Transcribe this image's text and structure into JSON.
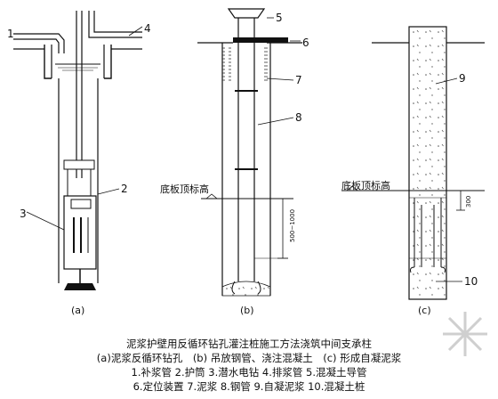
{
  "panels": {
    "a": {
      "label": "(a)",
      "callouts": [
        "1",
        "2",
        "3",
        "4"
      ]
    },
    "b": {
      "label": "(b)",
      "callouts": [
        "5",
        "6",
        "7",
        "8"
      ],
      "ref_text": "底板顶标高",
      "dim_text": "500~1000"
    },
    "c": {
      "label": "(c)",
      "callouts": [
        "9",
        "10"
      ],
      "ref_text": "底板顶标高",
      "dim_text": "300"
    }
  },
  "caption": {
    "title": "泥浆护壁用反循环钻孔灌注桩施工方法浇筑中间支承柱",
    "subtitle": "(a)泥浆反循环钻孔　(b) 吊放钢管、浇注混凝土　(c) 形成自凝泥浆",
    "legend_line1": "1.补浆管 2.护筒 3.潜水电钻 4.排浆管 5.混凝土导管",
    "legend_line2": "6.定位装置 7.泥浆 8.钢管 9.自凝泥浆 10.混凝土桩"
  },
  "colors": {
    "line": "#111111",
    "fill_dot": "#666666"
  }
}
